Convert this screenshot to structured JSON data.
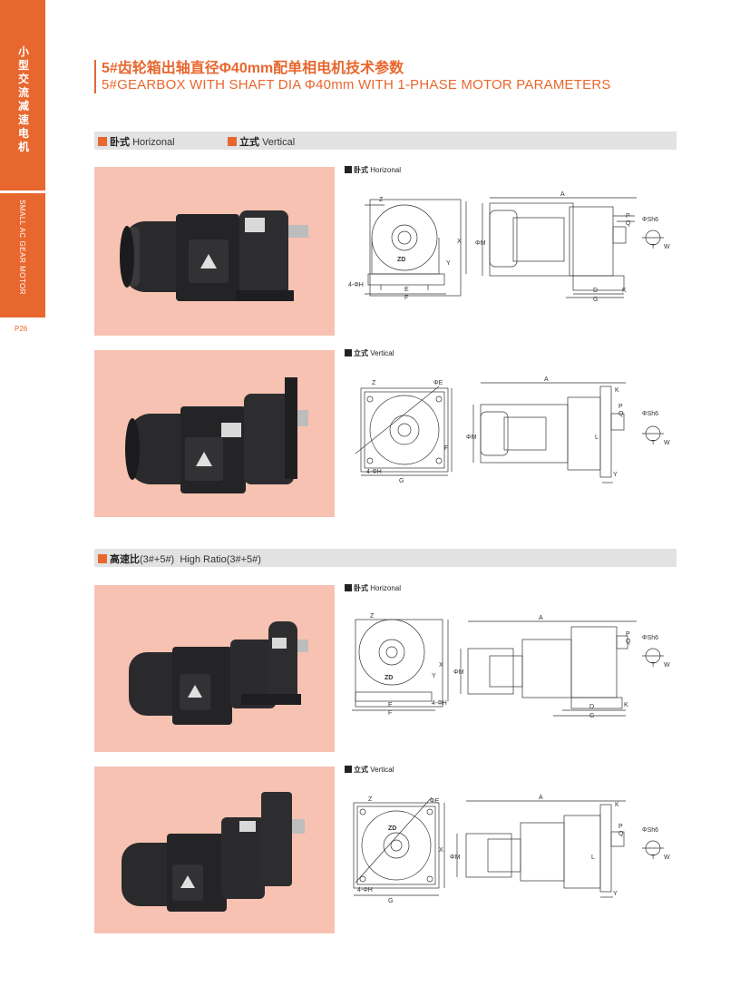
{
  "sidebar": {
    "category_cn": "小型交流减速电机",
    "category_en": "SMALL AC GEAR MOTOR",
    "page_number": "P26"
  },
  "header": {
    "title_cn": "5#齿轮箱出轴直径Φ40mm配单相电机技术参数",
    "title_en": "5#GEARBOX WITH SHAFT DIA Φ40mm WITH 1-PHASE MOTOR PARAMETERS"
  },
  "section1": {
    "horizontal_cn": "卧式",
    "horizontal_en": "Horizonal",
    "vertical_cn": "立式",
    "vertical_en": "Vertical"
  },
  "section2": {
    "label_cn": "高速比",
    "label_cn_suffix": "(3#+5#)",
    "label_en": "High Ratio(3#+5#)"
  },
  "drawings": [
    {
      "mount_cn": "卧式",
      "mount_en": "Horizonal"
    },
    {
      "mount_cn": "立式",
      "mount_en": "Vertical"
    },
    {
      "mount_cn": "卧式",
      "mount_en": "Horizonal"
    },
    {
      "mount_cn": "立式",
      "mount_en": "Vertical"
    }
  ],
  "dimension_labels": {
    "Z": "Z",
    "X": "X",
    "Y": "Y",
    "E": "E",
    "F": "F",
    "G": "G",
    "H4": "4-ΦH",
    "A": "A",
    "P": "P",
    "Q": "Q",
    "D": "D",
    "K": "K",
    "M": "ΦM",
    "FE": "ΦE",
    "L": "L",
    "T": "T",
    "W": "W",
    "S": "ΦSh6",
    "ZD": "ZD"
  },
  "colors": {
    "accent": "#e8672e",
    "band": "#e2e2e2",
    "photo_bg": "#f7c2b2"
  }
}
